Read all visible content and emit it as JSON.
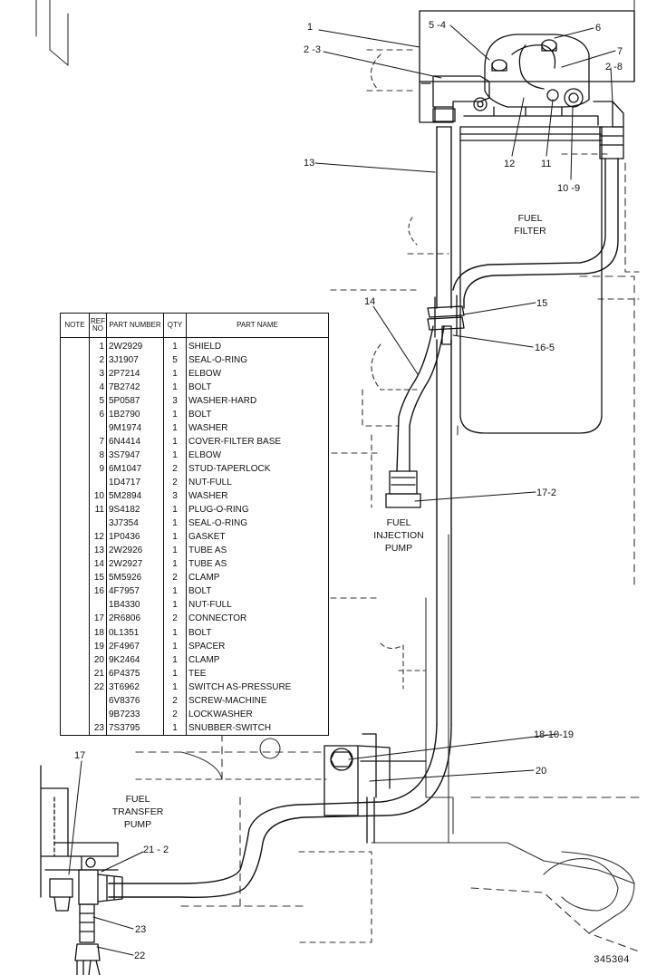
{
  "callouts": {
    "c1": "1",
    "c2_3": "2 -3",
    "c5_4": "5 -4",
    "c6": "6",
    "c7": "7",
    "c2_8": "2 -8",
    "c13": "13",
    "c12": "12",
    "c11": "11",
    "c10_9": "10 -9",
    "c14": "14",
    "c15": "15",
    "c16_5": "16-5",
    "c17_2": "17-2",
    "c18_10_19": "18-10-19",
    "c20": "20",
    "c17": "17",
    "c21_2": "21 - 2",
    "c23": "23",
    "c22": "22"
  },
  "components": {
    "fuel_filter": [
      "FUEL",
      "FILTER"
    ],
    "fuel_injection_pump": [
      "FUEL",
      "INJECTION",
      "PUMP"
    ],
    "fuel_transfer_pump": [
      "FUEL",
      "TRANSFER",
      "PUMP"
    ]
  },
  "figure_number": "345304",
  "parts_table": {
    "headers": [
      "NOTE",
      "REF NO",
      "PART NUMBER",
      "QTY",
      "PART NAME"
    ],
    "rows": [
      {
        "note": "",
        "ref": "1",
        "part": "2W2929",
        "qty": "1",
        "name": "SHIELD"
      },
      {
        "note": "",
        "ref": "2",
        "part": "3J1907",
        "qty": "5",
        "name": "SEAL-O-RING"
      },
      {
        "note": "",
        "ref": "3",
        "part": "2P7214",
        "qty": "1",
        "name": "ELBOW"
      },
      {
        "note": "",
        "ref": "4",
        "part": "7B2742",
        "qty": "1",
        "name": "BOLT"
      },
      {
        "note": "",
        "ref": "5",
        "part": "5P0587",
        "qty": "3",
        "name": "WASHER-HARD"
      },
      {
        "note": "",
        "ref": "6",
        "part": "1B2790",
        "qty": "1",
        "name": "BOLT"
      },
      {
        "note": "",
        "ref": "",
        "part": "9M1974",
        "qty": "1",
        "name": "WASHER"
      },
      {
        "note": "",
        "ref": "7",
        "part": "6N4414",
        "qty": "1",
        "name": "COVER-FILTER BASE"
      },
      {
        "note": "",
        "ref": "8",
        "part": "3S7947",
        "qty": "1",
        "name": "ELBOW"
      },
      {
        "note": "",
        "ref": "9",
        "part": "6M1047",
        "qty": "2",
        "name": "STUD-TAPERLOCK"
      },
      {
        "note": "",
        "ref": "",
        "part": "1D4717",
        "qty": "2",
        "name": "NUT-FULL"
      },
      {
        "note": "",
        "ref": "10",
        "part": "5M2894",
        "qty": "3",
        "name": "WASHER"
      },
      {
        "note": "",
        "ref": "11",
        "part": "9S4182",
        "qty": "1",
        "name": "PLUG-O-RING"
      },
      {
        "note": "",
        "ref": "",
        "part": "3J7354",
        "qty": "1",
        "name": "SEAL-O-RING"
      },
      {
        "note": "",
        "ref": "12",
        "part": "1P0436",
        "qty": "1",
        "name": "GASKET"
      },
      {
        "note": "",
        "ref": "13",
        "part": "2W2926",
        "qty": "1",
        "name": "TUBE AS"
      },
      {
        "note": "",
        "ref": "14",
        "part": "2W2927",
        "qty": "1",
        "name": "TUBE AS"
      },
      {
        "note": "",
        "ref": "15",
        "part": "5M5926",
        "qty": "2",
        "name": "CLAMP"
      },
      {
        "note": "",
        "ref": "16",
        "part": "4F7957",
        "qty": "1",
        "name": "BOLT"
      },
      {
        "note": "",
        "ref": "",
        "part": "1B4330",
        "qty": "1",
        "name": "NUT-FULL"
      },
      {
        "note": "",
        "ref": "17",
        "part": "2R6806",
        "qty": "2",
        "name": "CONNECTOR"
      },
      {
        "note": "",
        "ref": "18",
        "part": "0L1351",
        "qty": "1",
        "name": "BOLT"
      },
      {
        "note": "",
        "ref": "19",
        "part": "2F4967",
        "qty": "1",
        "name": "SPACER"
      },
      {
        "note": "",
        "ref": "20",
        "part": "9K2464",
        "qty": "1",
        "name": "CLAMP"
      },
      {
        "note": "",
        "ref": "21",
        "part": "6P4375",
        "qty": "1",
        "name": "TEE"
      },
      {
        "note": "",
        "ref": "22",
        "part": "3T6962",
        "qty": "1",
        "name": "SWITCH AS-PRESSURE"
      },
      {
        "note": "",
        "ref": "",
        "part": "6V8376",
        "qty": "2",
        "name": "SCREW-MACHINE",
        "indent": true
      },
      {
        "note": "",
        "ref": "",
        "part": "9B7233",
        "qty": "2",
        "name": "LOCKWASHER",
        "indent": true
      },
      {
        "note": "",
        "ref": "23",
        "part": "7S3795",
        "qty": "1",
        "name": "SNUBBER-SWITCH"
      }
    ]
  }
}
